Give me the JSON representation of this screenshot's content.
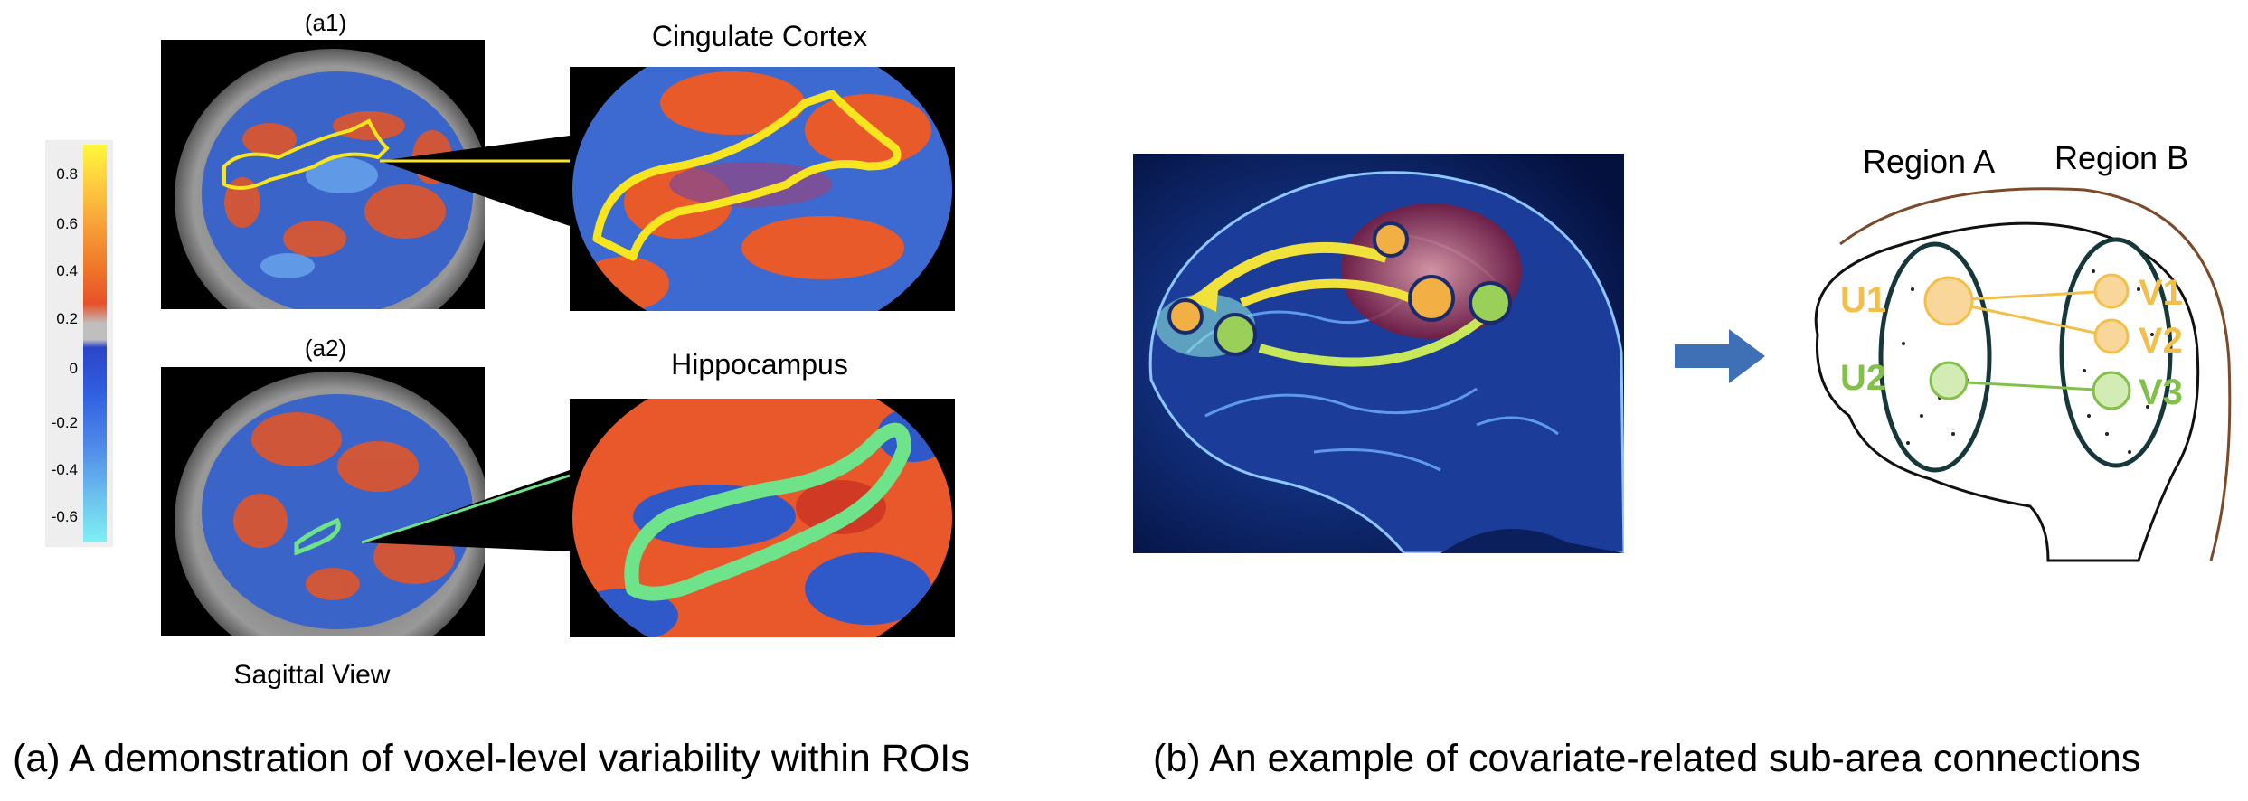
{
  "panel_a": {
    "sub_a1": "(a1)",
    "sub_a2": "(a2)",
    "roi1_title": "Cingulate Cortex",
    "roi2_title": "Hippocampus",
    "view_label": "Sagittal View",
    "caption": "(a) A demonstration of voxel-level variability within ROIs",
    "colorbar_ticks": [
      "0.8",
      "0.6",
      "0.4",
      "0.2",
      "0",
      "-0.2",
      "-0.4",
      "-0.6"
    ],
    "colors": {
      "cingulate_outline": "#f7e61f",
      "hippocampus_outline": "#6ee38a"
    }
  },
  "panel_b": {
    "region_a": "Region A",
    "region_b": "Region B",
    "nodes_a": [
      "U1",
      "U2"
    ],
    "nodes_b": [
      "V1",
      "V2",
      "V3"
    ],
    "caption": "(b) An example of covariate-related sub-area connections",
    "colors": {
      "yellow_group": "#f2c04a",
      "green_group": "#82c04a",
      "arrow": "#3f6fb5"
    }
  }
}
